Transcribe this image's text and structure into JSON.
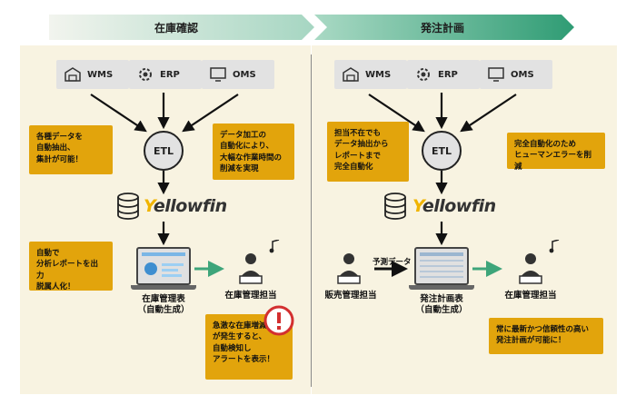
{
  "headers": {
    "left": "在庫確認",
    "right": "発注計画"
  },
  "sources": [
    "WMS",
    "ERP",
    "OMS"
  ],
  "etl_label": "ETL",
  "brand": {
    "prefix": "Y",
    "rest": "ellowfin"
  },
  "left": {
    "note_auto_extract": "各種データを\n自動抽出、\n集計が可能！",
    "note_data_process": "データ加工の\n自動化により、\n大幅な作業時間の\n削減を実現",
    "note_report": "自動で\n分析レポートを出力\n脱属人化！",
    "note_alert": "急激な在庫増減\nが発生すると、\n自動検知し\nアラートを表示！",
    "table_label": "在庫管理表\n（自動生成）",
    "staff_label": "在庫管理担当"
  },
  "right": {
    "note_no_staff": "担当不在でも\nデータ抽出から\nレポートまで\n完全自動化",
    "note_human_error": "完全自動化のため\nヒューマンエラーを削減",
    "note_reliable": "常に最新かつ信頼性の高い\n発注計画が可能に！",
    "forecast_label": "予測データ",
    "sales_label": "販売管理担当",
    "table_label": "発注計画表\n（自動生成）",
    "staff_label": "在庫管理担当"
  },
  "colors": {
    "note": "#e2a40c",
    "arrow_green": "#3ea57a",
    "alert_red": "#d32f2f",
    "header_green_dark": "#2f9c74",
    "panel": "#f8f3e1"
  },
  "icons": [
    "warehouse-icon",
    "gear-icon",
    "monitor-icon",
    "database-icon",
    "laptop-icon",
    "person-icon",
    "music-note-icon",
    "alert-icon"
  ]
}
